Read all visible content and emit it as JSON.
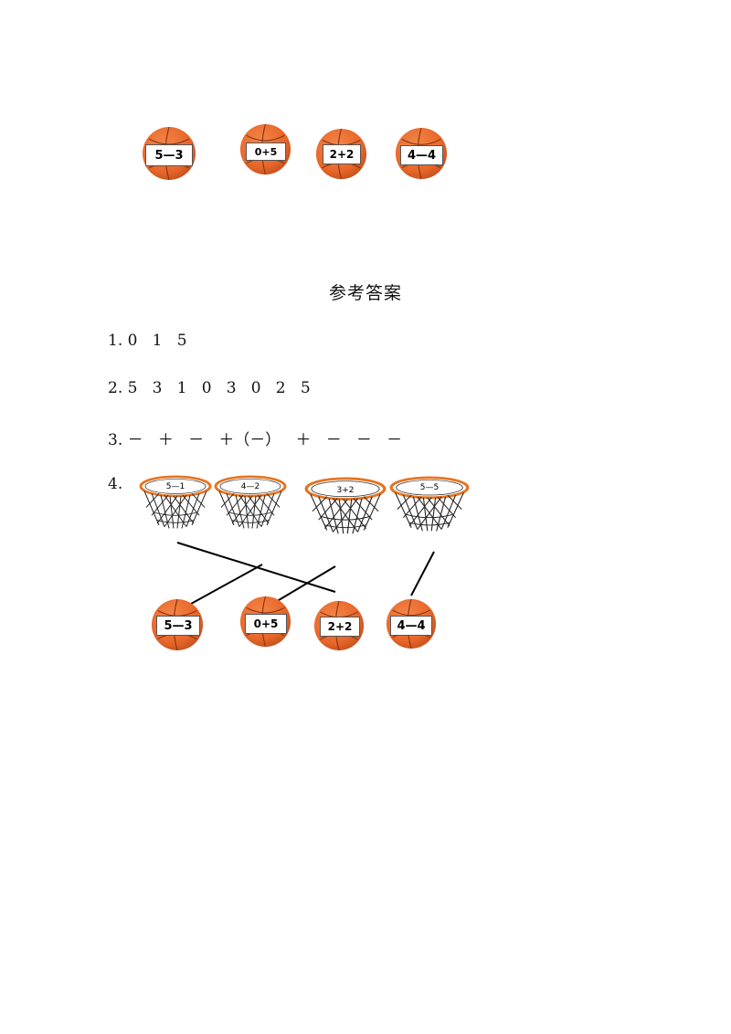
{
  "top_balls": [
    {
      "label": "5—3"
    },
    {
      "label": "0+5"
    },
    {
      "label": "2+2"
    },
    {
      "label": "4—4"
    }
  ],
  "title": "参考答案",
  "answers": [
    {
      "num": "1.",
      "text": "0   1   5"
    },
    {
      "num": "2.",
      "text": "5   3   1   0   3   0   2   5"
    },
    {
      "num": "3.",
      "text": "－   ＋   －   ＋（－）   ＋   －   －   －"
    },
    {
      "num": "4.",
      "text": ""
    }
  ],
  "hoops": [
    {
      "label": "5—1"
    },
    {
      "label": "4—2"
    },
    {
      "label": "3+2"
    },
    {
      "label": "5—5"
    }
  ],
  "bottom_balls": [
    {
      "label": "5—3"
    },
    {
      "label": "0+5"
    },
    {
      "label": "2+2"
    },
    {
      "label": "4—4"
    }
  ],
  "colors": {
    "ball": "#e8672a",
    "ball_dark": "#c4501c",
    "hoop_rim": "#e8741f"
  }
}
